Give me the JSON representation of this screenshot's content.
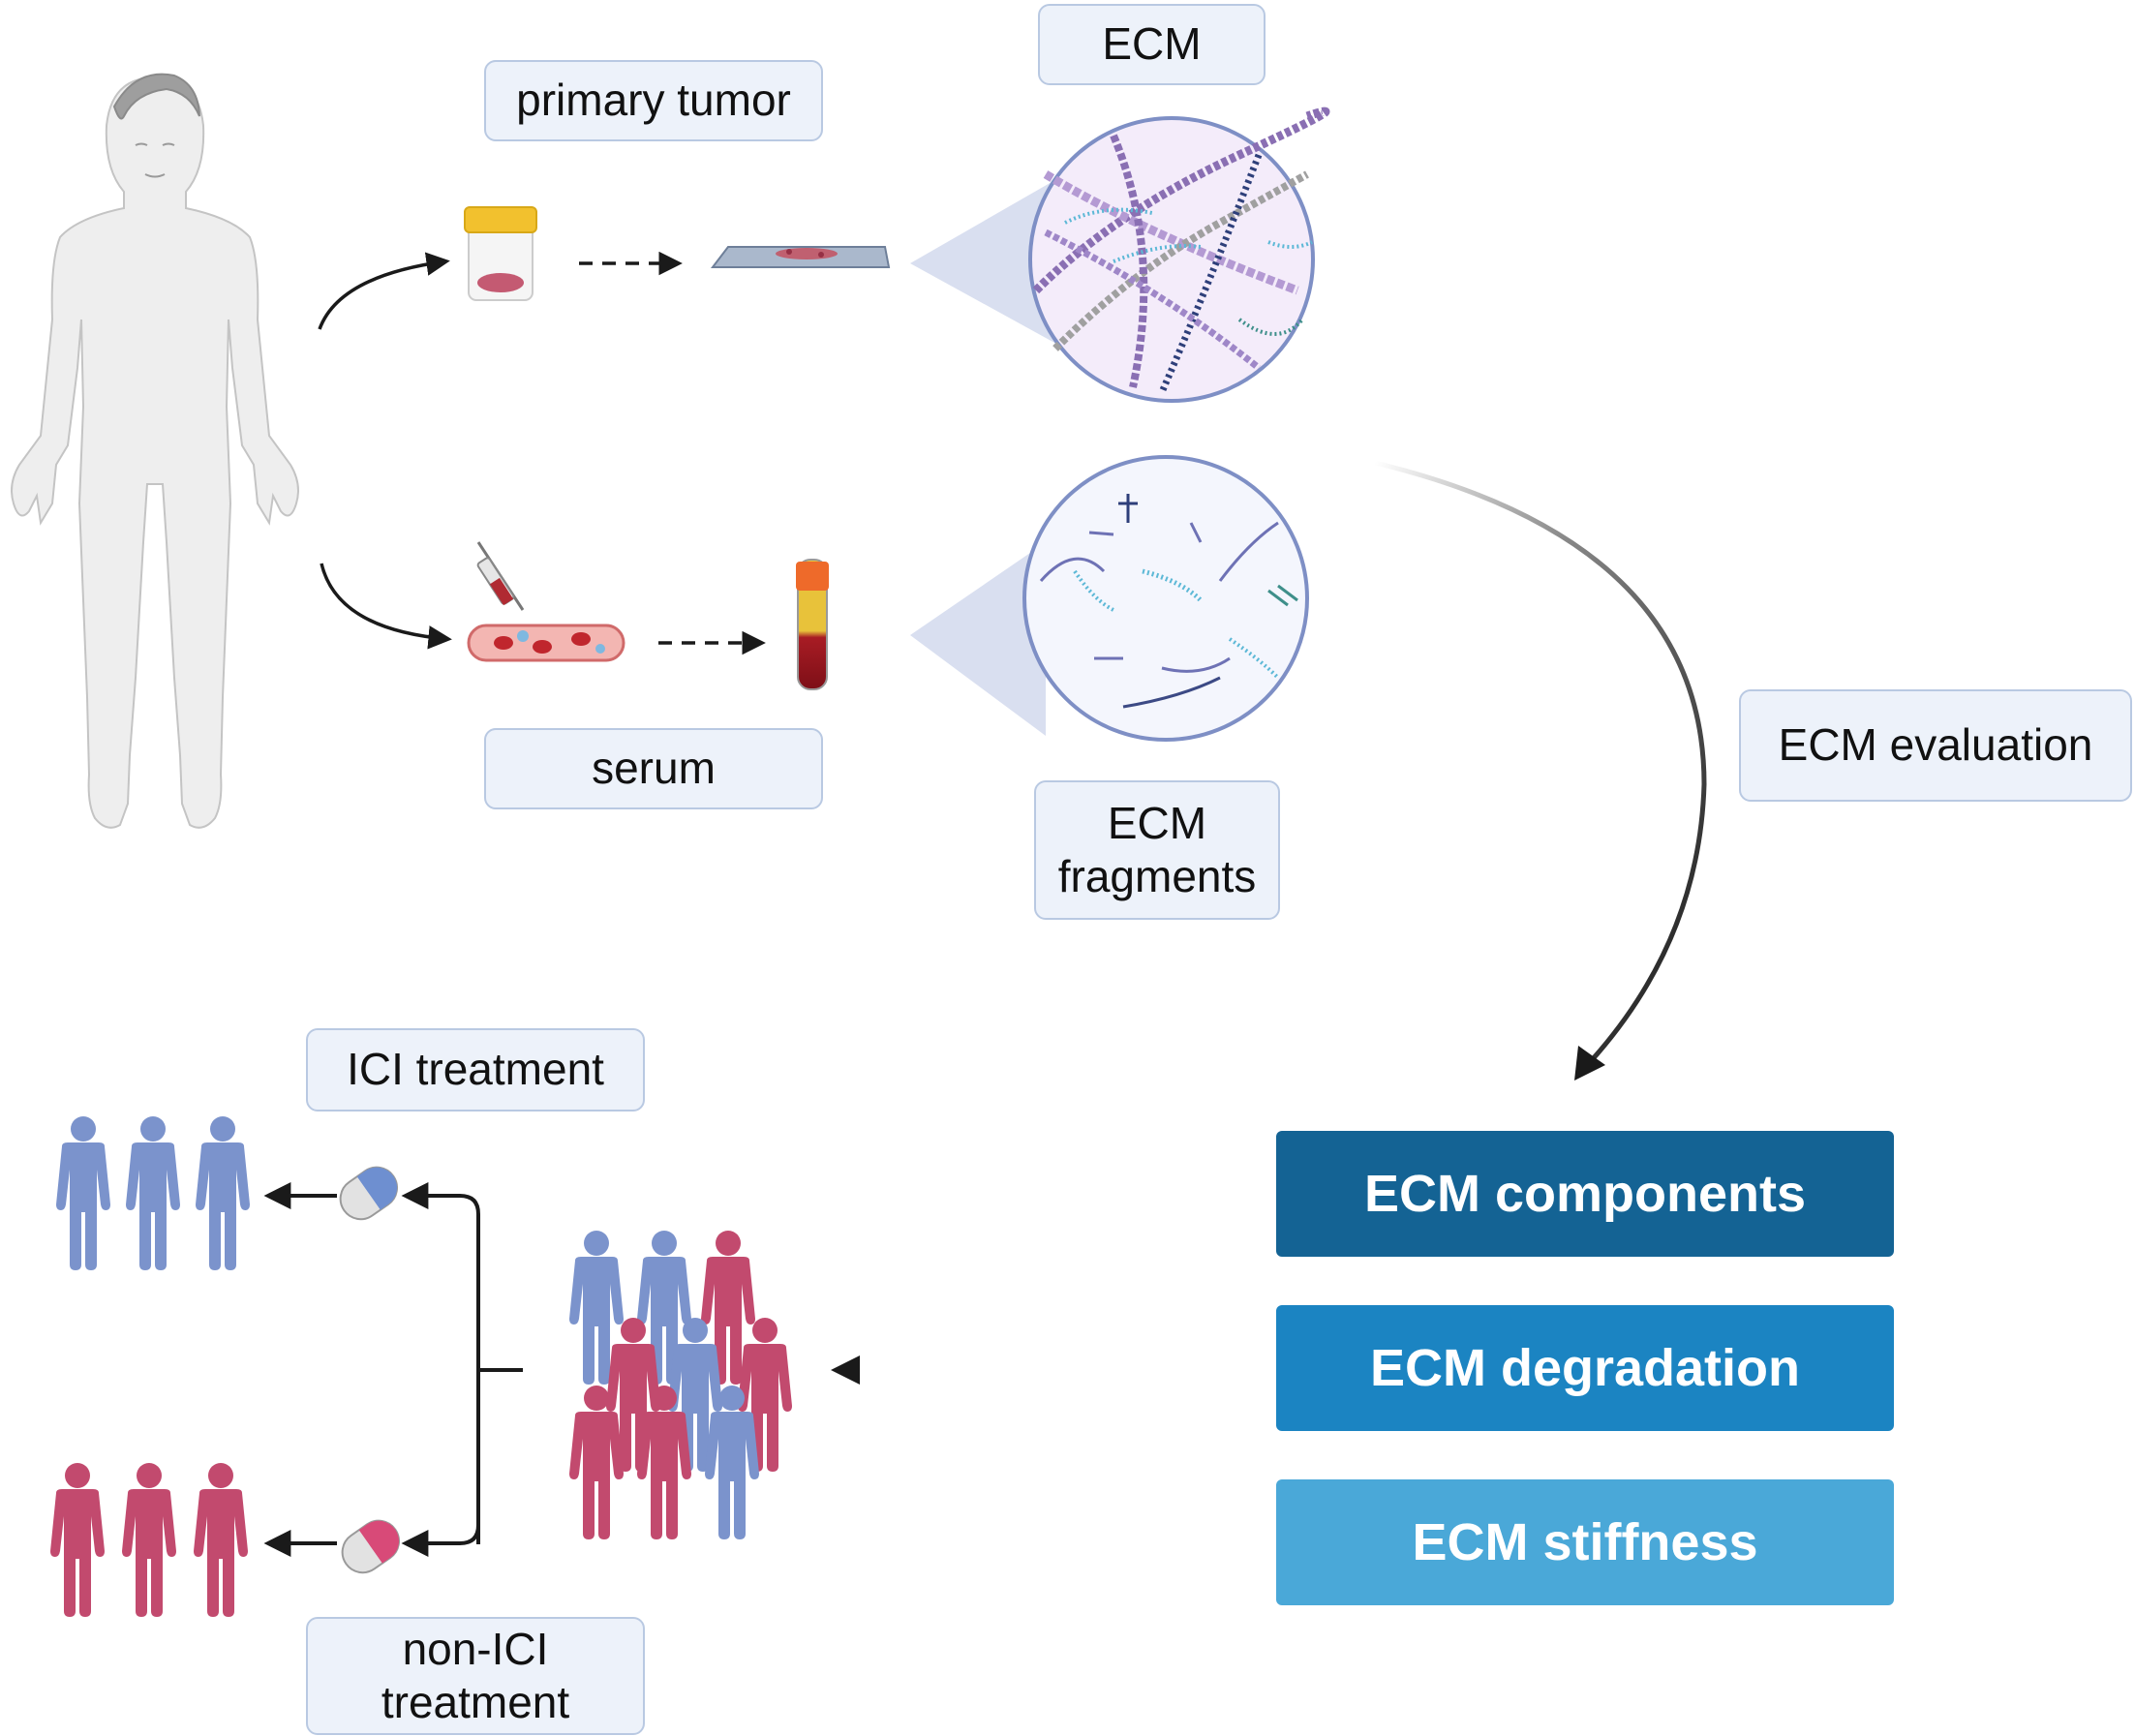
{
  "labels": {
    "primary_tumor": "primary tumor",
    "ecm": "ECM",
    "serum": "serum",
    "ecm_fragments_line1": "ECM",
    "ecm_fragments_line2": "fragments",
    "ecm_evaluation": "ECM evaluation",
    "ici_treatment": "ICI treatment",
    "non_ici_line1": "non-ICI",
    "non_ici_line2": "treatment"
  },
  "evaluation_bars": [
    {
      "label": "ECM components",
      "color": "#146394"
    },
    {
      "label": "ECM degradation",
      "color": "#1b84c2"
    },
    {
      "label": "ECM stiffness",
      "color": "#4aa8d8"
    }
  ],
  "colors": {
    "label_bg": "#edf2fa",
    "label_border": "#b9c9e2",
    "person_blue": "#7b93cc",
    "person_red": "#c24a6e",
    "arrow": "#1a1a1a",
    "ecm_purple": "#8a6fb3",
    "ecm_blue": "#5cb8d6",
    "magnifier_fill": "#d9dff0"
  },
  "icons": [
    "human-body-icon",
    "specimen-jar-icon",
    "microscope-slide-icon",
    "syringe-icon",
    "blood-vessel-icon",
    "blood-tube-icon",
    "ecm-magnified-icon",
    "ecm-fragments-magnified-icon",
    "pill-blue-icon",
    "pill-red-icon",
    "person-icon"
  ]
}
